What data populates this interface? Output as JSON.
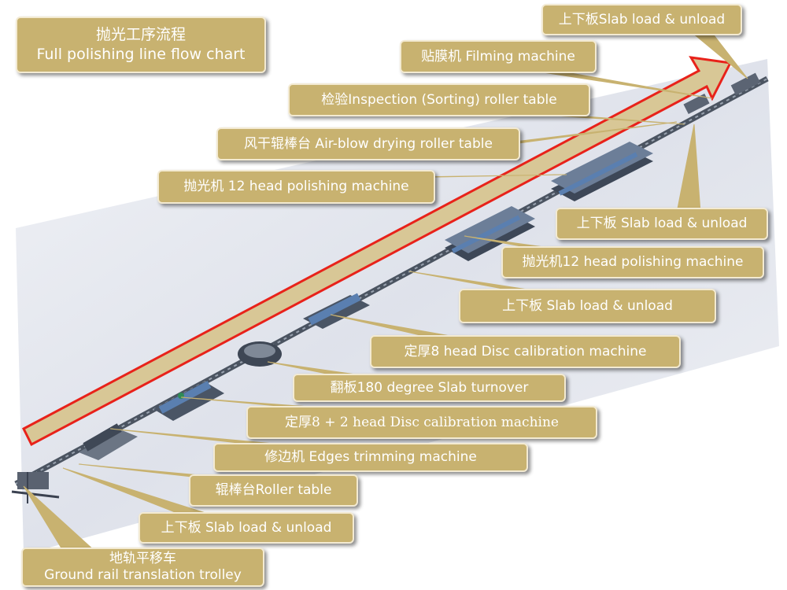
{
  "title": {
    "line1": "抛光工序流程",
    "line2": "Full polishing line flow chart"
  },
  "labels": {
    "slab_load_top": "上下板Slab load & unload",
    "filming": "贴膜机 Filming machine",
    "inspection": "检验Inspection (Sorting) roller table",
    "air_blow": "风干辊棒台 Air-blow drying roller table",
    "polishing_left": "抛光机 12 head polishing machine",
    "slab_load_right": "上下板 Slab load & unload",
    "polishing_right": "抛光机12 head polishing machine",
    "slab_load_mid": "上下板 Slab load & unload",
    "calibration_8": "定厚8 head Disc calibration machine",
    "turnover": "翻板180 degree Slab turnover",
    "calibration_8_2": "定厚8 + 2 head Disc calibration machine",
    "edges": "修边机 Edges trimming machine",
    "roller_table": "辊棒台Roller table",
    "slab_load_bottom": "上下板 Slab load & unload",
    "trolley_line1": "地轨平移车",
    "trolley_line2": "Ground rail translation trolley"
  },
  "colors": {
    "callout_fill": "#c8b270",
    "callout_border": "#f3ead2",
    "arrow_fill": "#d8c796",
    "arrow_outline": "#e8221a",
    "machine_dark": "#3a4452",
    "machine_blue": "#5a7fb0",
    "floor": "#dde1ea"
  }
}
